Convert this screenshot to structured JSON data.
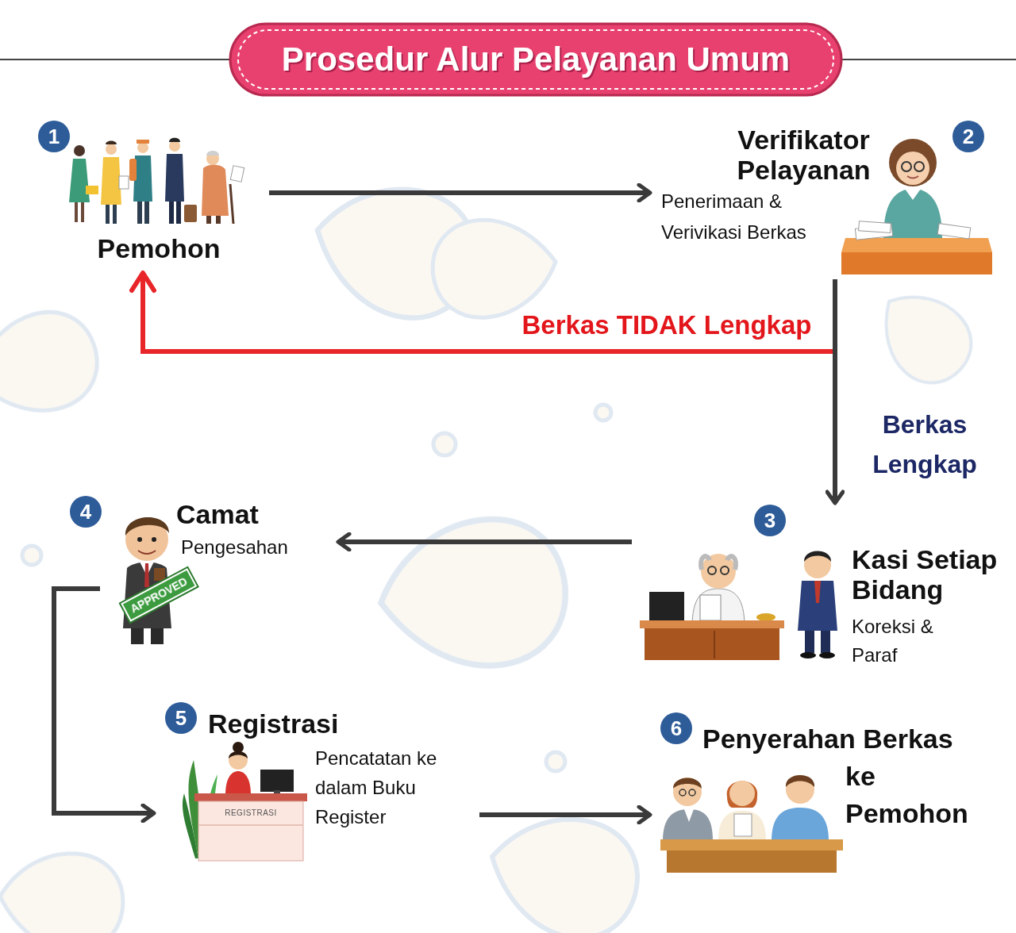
{
  "diagram": {
    "title": "Prosedur Alur Pelayanan Umum",
    "nodes": [
      {
        "text": [
          "Pemohon"
        ]
      },
      {
        "text": [
          "Verifikator Pelayanan",
          "Penerimaan & Verivikasi Berkas"
        ]
      },
      {
        "text": [
          "Kasi Setiap Bidang",
          "Koreksi & Paraf"
        ]
      },
      {
        "text": [
          "Camat",
          "Pengesahan"
        ]
      },
      {
        "text": [
          "Registrasi",
          "Pencatatan ke dalam Buku Register"
        ]
      },
      {
        "text": [
          "Penyerahan Berkas ke Pemohon"
        ]
      }
    ],
    "edges": [
      {
        "from": 0,
        "to": 1,
        "arrow": "to"
      },
      {
        "from": 1,
        "to": 0,
        "label": "Berkas TIDAK Lengkap",
        "arrow": "to"
      },
      {
        "from": 1,
        "to": 2,
        "label": "Berkas Lengkap",
        "arrow": "to"
      },
      {
        "from": 2,
        "to": 3,
        "arrow": "to"
      },
      {
        "from": 3,
        "to": 4,
        "arrow": "to"
      },
      {
        "from": 4,
        "to": 5,
        "arrow": "to"
      }
    ],
    "labels": [
      "1",
      "2",
      "3",
      "4",
      "5",
      "6",
      "APPROVED",
      "REGISTRASI"
    ]
  }
}
